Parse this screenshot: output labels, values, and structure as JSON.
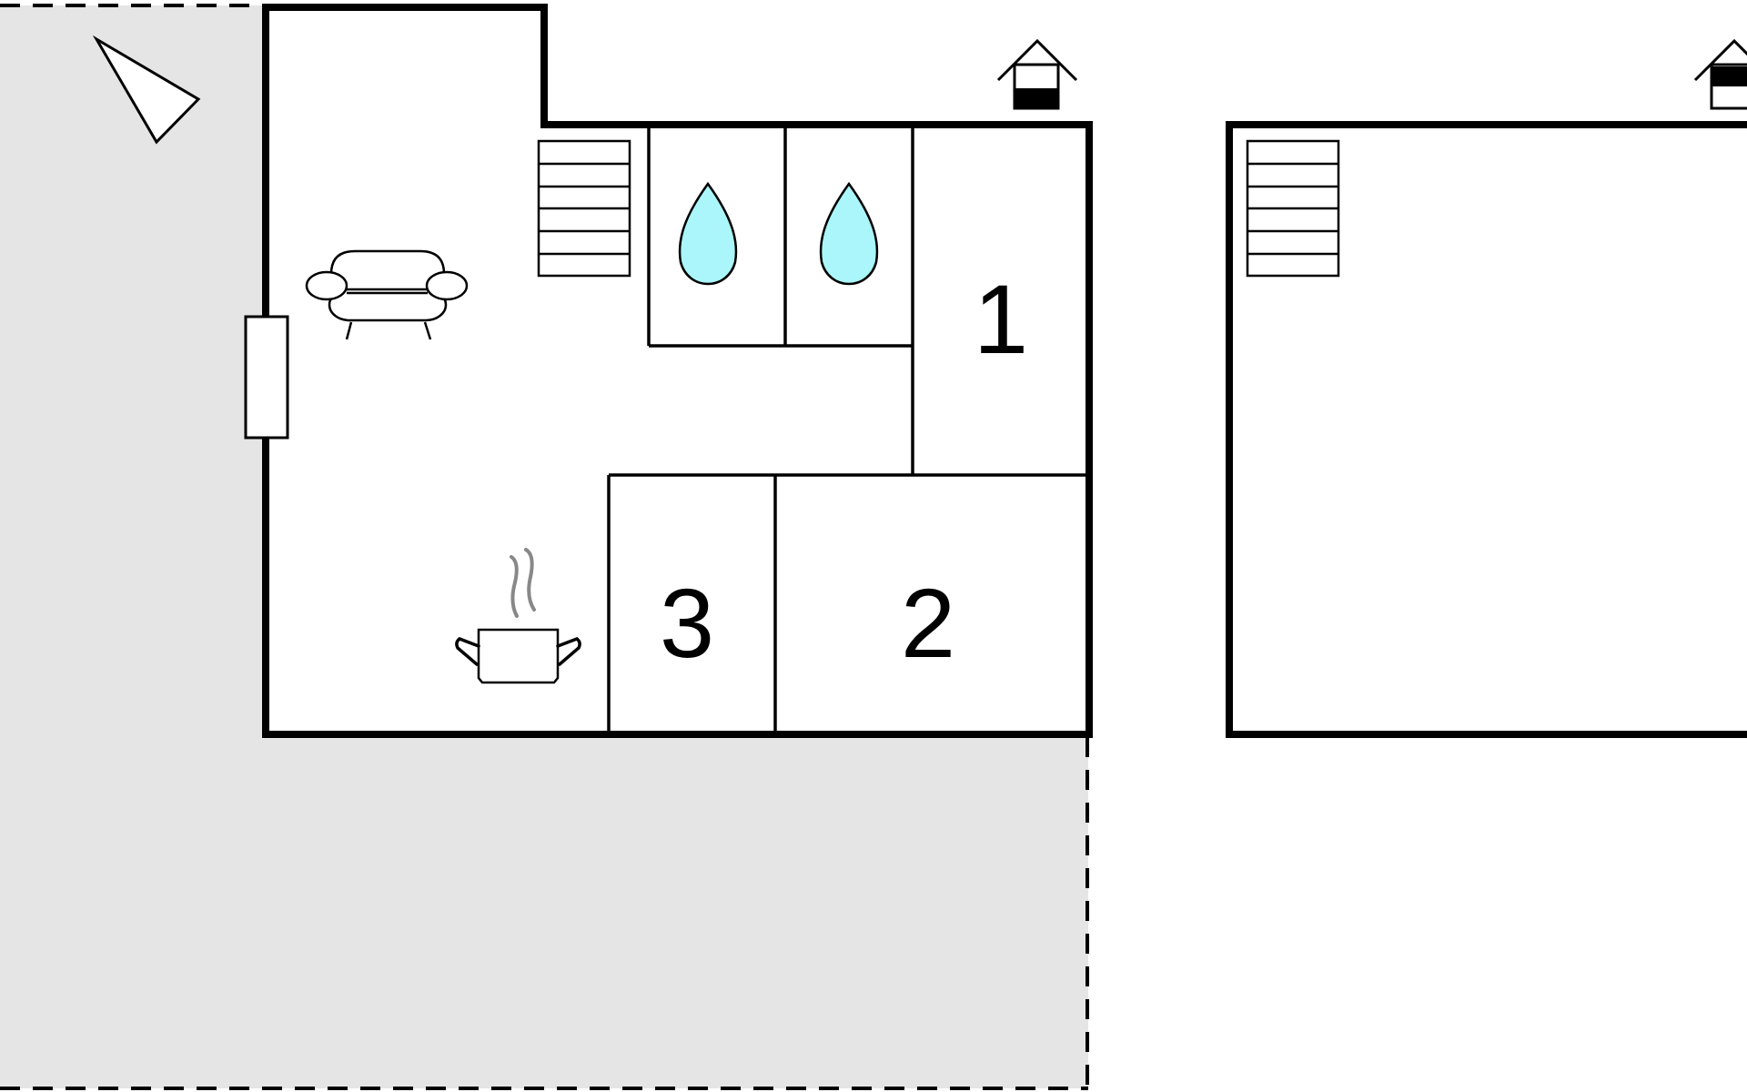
{
  "rooms": {
    "bedroom_1": {
      "number": "1"
    },
    "bedroom_2": {
      "number": "2"
    },
    "bedroom_3": {
      "number": "3"
    }
  },
  "icons": {
    "compass": "north-arrow-icon",
    "sofa": "sofa-icon",
    "stairs": "stairs-icon",
    "bathroom": "water-drop-icon",
    "kitchen": "cooking-pot-icon",
    "door": "door-icon",
    "floor_marker": "house-floor-icon"
  },
  "colors": {
    "terrace": "#e5e5e5",
    "water": "#aaf6fa",
    "wall": "#000000",
    "steam": "#888888"
  }
}
